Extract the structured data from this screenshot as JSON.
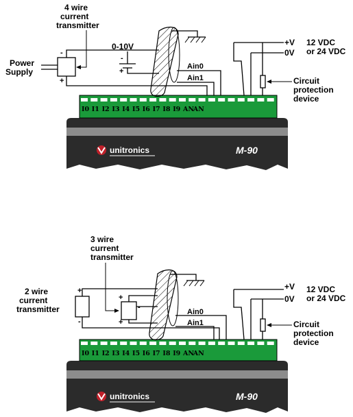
{
  "top": {
    "transmitter_label": [
      "4 wire",
      "current",
      "transmitter"
    ],
    "power_supply_label": [
      "Power",
      "Supply"
    ],
    "voltage_label": "0-10V",
    "ain0": "Ain0",
    "ain1": "Ain1",
    "plus_v": "+V",
    "zero_v": "0V",
    "supply_spec": [
      "12 VDC",
      "or 24 VDC"
    ],
    "protection_label": [
      "Circuit",
      "protection",
      "device"
    ]
  },
  "bottom": {
    "three_wire_label": [
      "3 wire",
      "current",
      "transmitter"
    ],
    "two_wire_label": [
      "2 wire",
      "current",
      "transmitter"
    ],
    "ain0": "Ain0",
    "ain1": "Ain1",
    "plus_v": "+V",
    "zero_v": "0V",
    "supply_spec": [
      "12 VDC",
      "or 24 VDC"
    ],
    "protection_label": [
      "Circuit",
      "protection",
      "device"
    ]
  },
  "terminals": [
    "I0",
    "I1",
    "I2",
    "I3",
    "I4",
    "I5",
    "I6",
    "I7",
    "I8",
    "I9",
    "AN",
    "AN"
  ],
  "controller": {
    "brand": "unitronics",
    "model": "M-90"
  },
  "colors": {
    "terminal_block": "#1a9a3a",
    "controller_body": "#2b2b2b",
    "controller_band": "#8c8c8c",
    "brand_logo": "#c0202a"
  }
}
